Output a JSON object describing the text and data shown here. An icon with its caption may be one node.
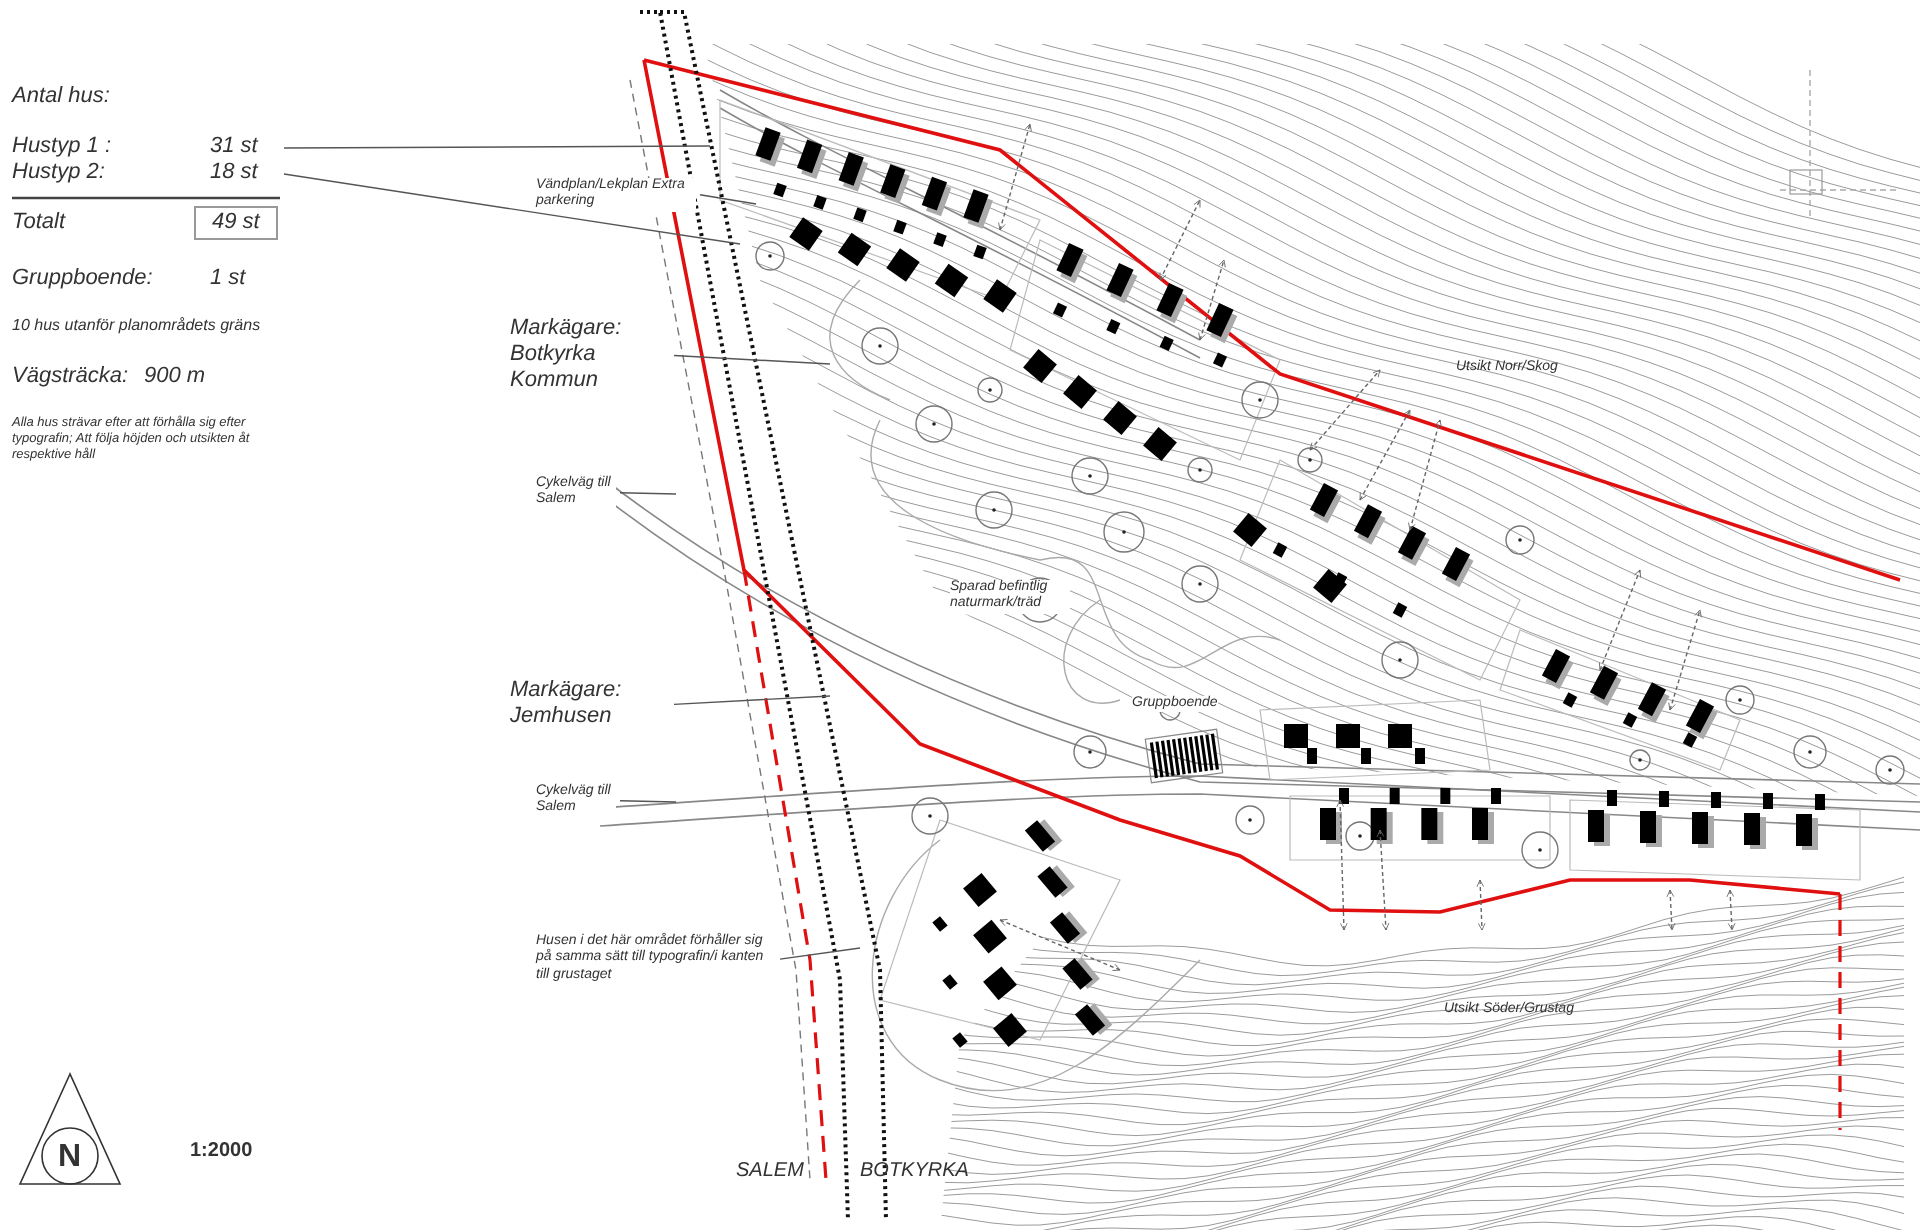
{
  "diagram": {
    "nodes": [
      {
        "text": [
          "Hustyp 1 :",
          "31 st"
        ]
      },
      {
        "text": [
          "Hustyp 2:",
          "18 st"
        ]
      },
      {
        "text": [
          "49 st"
        ]
      },
      {
        "text": [
          "Vändplan/Lekplan Extra parkering"
        ]
      },
      {
        "text": [
          "Markägare: Botkyrka Kommun"
        ]
      },
      {
        "text": [
          "Cykelväg till Salem"
        ]
      },
      {
        "text": [
          "Markägare: Jemhusen"
        ]
      },
      {
        "text": [
          "Cykelväg till Salem"
        ]
      },
      {
        "text": [
          "Husen i det här området förhåller sig på samma sätt till typografin/i kanten till grustaget"
        ]
      }
    ],
    "edges": [
      {
        "from": 0,
        "to": null,
        "arrow": "none"
      },
      {
        "from": 1,
        "to": null,
        "arrow": "none"
      },
      {
        "from": 3,
        "to": null,
        "arrow": "none"
      },
      {
        "from": 4,
        "to": null,
        "arrow": "none"
      },
      {
        "from": 5,
        "to": null,
        "arrow": "none"
      },
      {
        "from": 6,
        "to": null,
        "arrow": "none"
      },
      {
        "from": 7,
        "to": null,
        "arrow": "none"
      },
      {
        "from": 8,
        "to": null,
        "arrow": "none"
      }
    ],
    "labels": [
      "Antal hus:",
      "Totalt",
      "Gruppboende:",
      "1 st",
      "10 hus utanför planområdets gräns",
      "Vägsträcka:",
      "900 m",
      "Alla hus strävar efter att förhålla sig efter typografin; Att följa höjden och utsikten åt respektive håll",
      "Utsikt Norr/Skog",
      "Sparad befintlig naturmark/träd",
      "Gruppboende",
      "Utsikt Söder/Grustag",
      "N",
      "1:2000",
      "SALEM",
      "BOTKYRKA"
    ]
  }
}
